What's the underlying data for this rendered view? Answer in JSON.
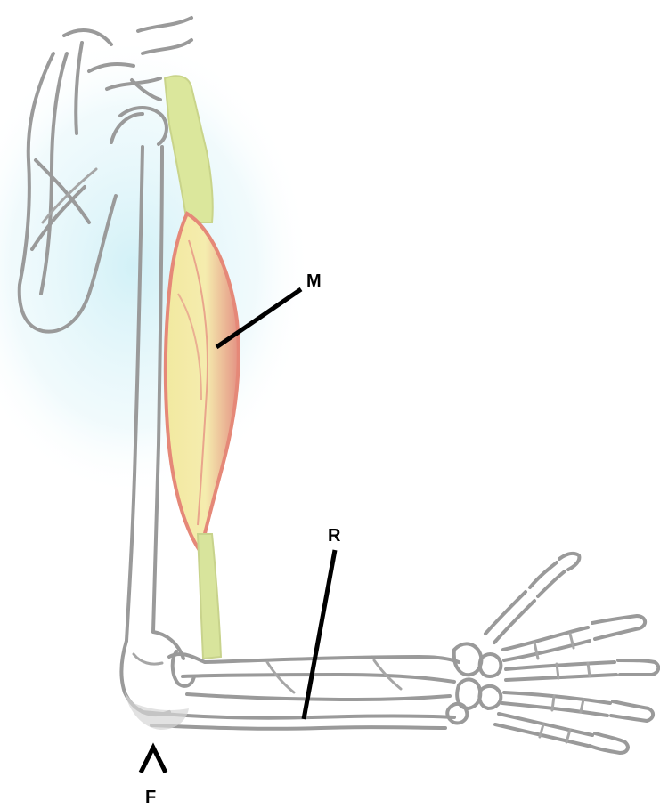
{
  "diagram": {
    "labels": {
      "muscle": "M",
      "resistance": "R",
      "fulcrum": "F"
    },
    "colors": {
      "bone": "#9a9a9a",
      "muscle_fill": "#f3eea0",
      "muscle_belly": "#e89a82",
      "tendon": "#d9e49a",
      "glow": "#cdeff6",
      "pointer": "#000000"
    }
  }
}
